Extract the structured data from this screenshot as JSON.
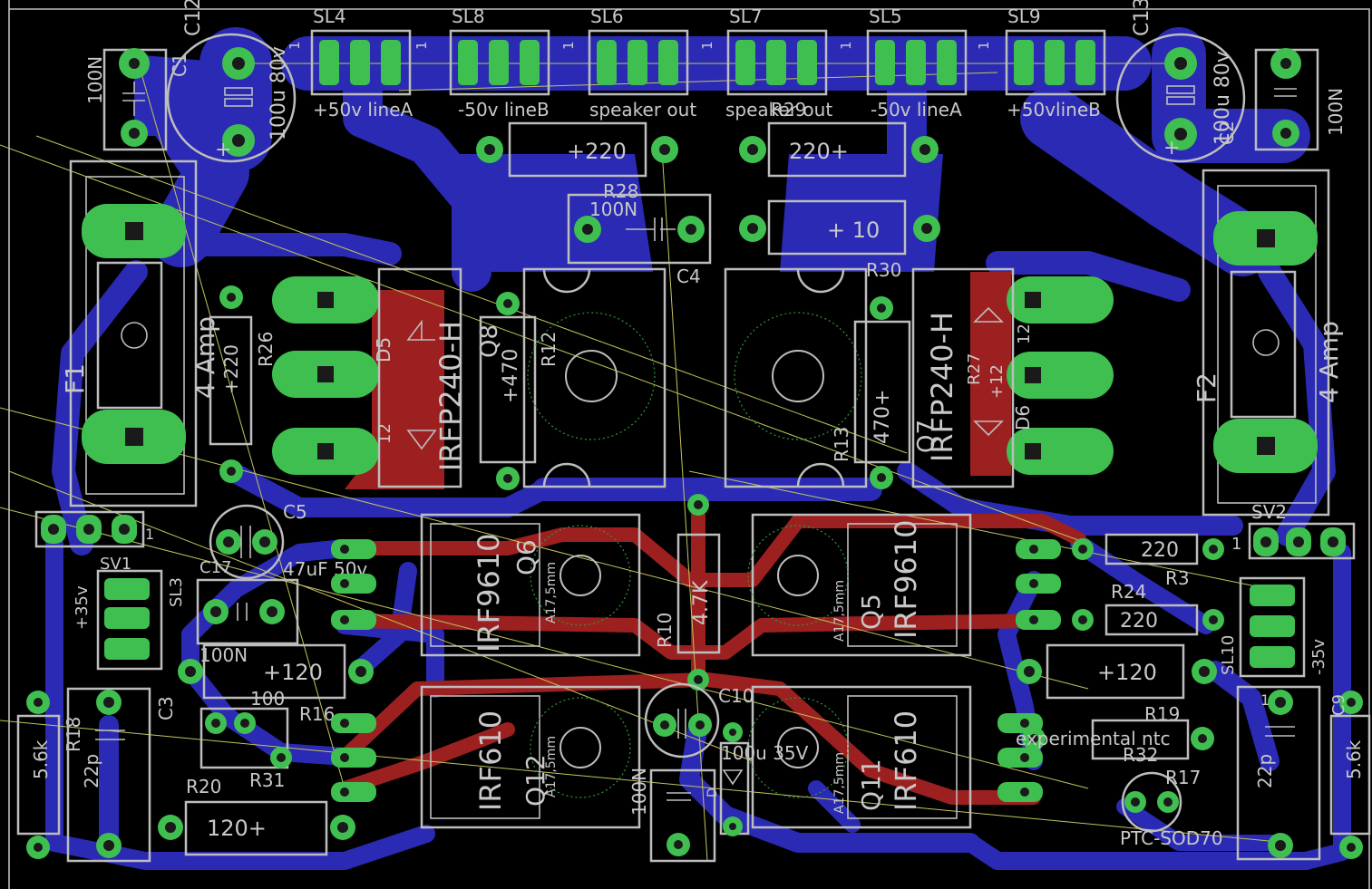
{
  "app": {
    "view": "EAGLE board layout"
  },
  "colors": {
    "background": "#000000",
    "bottom_copper": "#2a2ab4",
    "top_copper": "#9c2020",
    "pads": "#3fbf4f",
    "silkscreen": "#c8c8c8",
    "airwires": "#c4c45a"
  },
  "labels": {
    "sl4": "SL4",
    "sl8": "SL8",
    "sl6": "SL6",
    "sl7": "SL7",
    "sl5": "SL5",
    "sl9": "SL9",
    "pin1": "1",
    "sl4_name": "+50v lineA",
    "sl8_name": "-50v lineB",
    "sl6_name": "speaker out",
    "sl7_name": "speaker out",
    "sl5_name": "-50v lineA",
    "sl9_name": "+50vlineB",
    "c12": "C12",
    "c13": "C13",
    "c1": "C1",
    "c2": "C2",
    "c1_val": "100N",
    "c2_val": "100N",
    "c12_val": "100u 80v",
    "c13_val": "100u 80v",
    "r29": "R29",
    "r28": "R28",
    "r28_val": "+220",
    "r29_val": "220+",
    "c4": "C4",
    "c4_val": "100N",
    "r30": "R30",
    "r30_val": "+ 10",
    "f1": "F1",
    "f2": "F2",
    "fuse": "4 Amp",
    "r26": "R26",
    "r26_val": "+220",
    "d5": "D5",
    "d6": "D6",
    "q8": "Q8",
    "q8_type": "IRFP240-H",
    "q7": "Q7",
    "q7_type": "IRFP240-H",
    "r12": "R12",
    "r12_val": "+470",
    "r13": "R13",
    "r13_val": "470+",
    "r27": "R27",
    "r27_val": "+12",
    "d_val": "12",
    "c5": "C5",
    "c17": "C17",
    "c17_val": "47uF 50v",
    "sv1": "SV1",
    "sv2": "SV2",
    "sl3": "SL3",
    "sl10": "SL10",
    "plus35": "+35v",
    "minus35": "-35v",
    "q6": "Q6",
    "q6_type": "IRF9610",
    "q5": "Q5",
    "q5_type": "IRF9610",
    "q12": "Q12",
    "q12_type": "IRF610",
    "q11": "Q11",
    "q11_type": "IRF610",
    "heatsink": "A17,5mm",
    "r10": "R10",
    "r10_val": "4.7K",
    "r3": "R3",
    "r3_val": "220",
    "r24": "R24",
    "r24_val": "220",
    "c3": "C3",
    "c3_val": "100N",
    "r16": "R16",
    "r16_val": "+120",
    "r18": "R18",
    "r18_val": "5.6k",
    "c_22p": "22p",
    "r20": "R20",
    "r20_val": "120+",
    "r31": "R31",
    "r31_val": "100",
    "c10": "C10",
    "c10_val": "100u 35V",
    "c_100n_mid": "100N",
    "r19": "R19",
    "r19_val": "+120",
    "r32": "R32",
    "r32_val": "experimental ntc",
    "r17": "R17",
    "ptc": "PTC-SOD70",
    "c9": "C9",
    "c9_val": "5.6k",
    "c9_22p": "22p",
    "d_mid": "D"
  }
}
